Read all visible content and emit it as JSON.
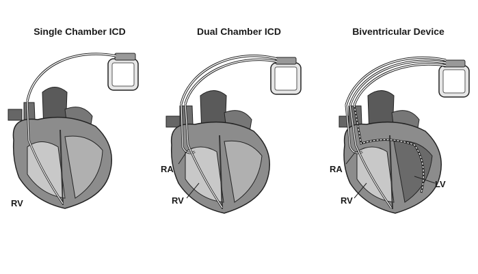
{
  "panels": [
    {
      "title": "Single Chamber ICD",
      "labels": [
        "RV"
      ]
    },
    {
      "title": "Dual Chamber ICD",
      "labels": [
        "RA",
        "RV"
      ]
    },
    {
      "title": "Biventricular Device",
      "labels": [
        "RA",
        "RV",
        "LV"
      ]
    }
  ],
  "colors": {
    "heart_dark": "#555555",
    "heart_mid": "#8c8c8c",
    "heart_light": "#c8c8c8",
    "lead": "#ffffff",
    "outline": "#222222"
  }
}
